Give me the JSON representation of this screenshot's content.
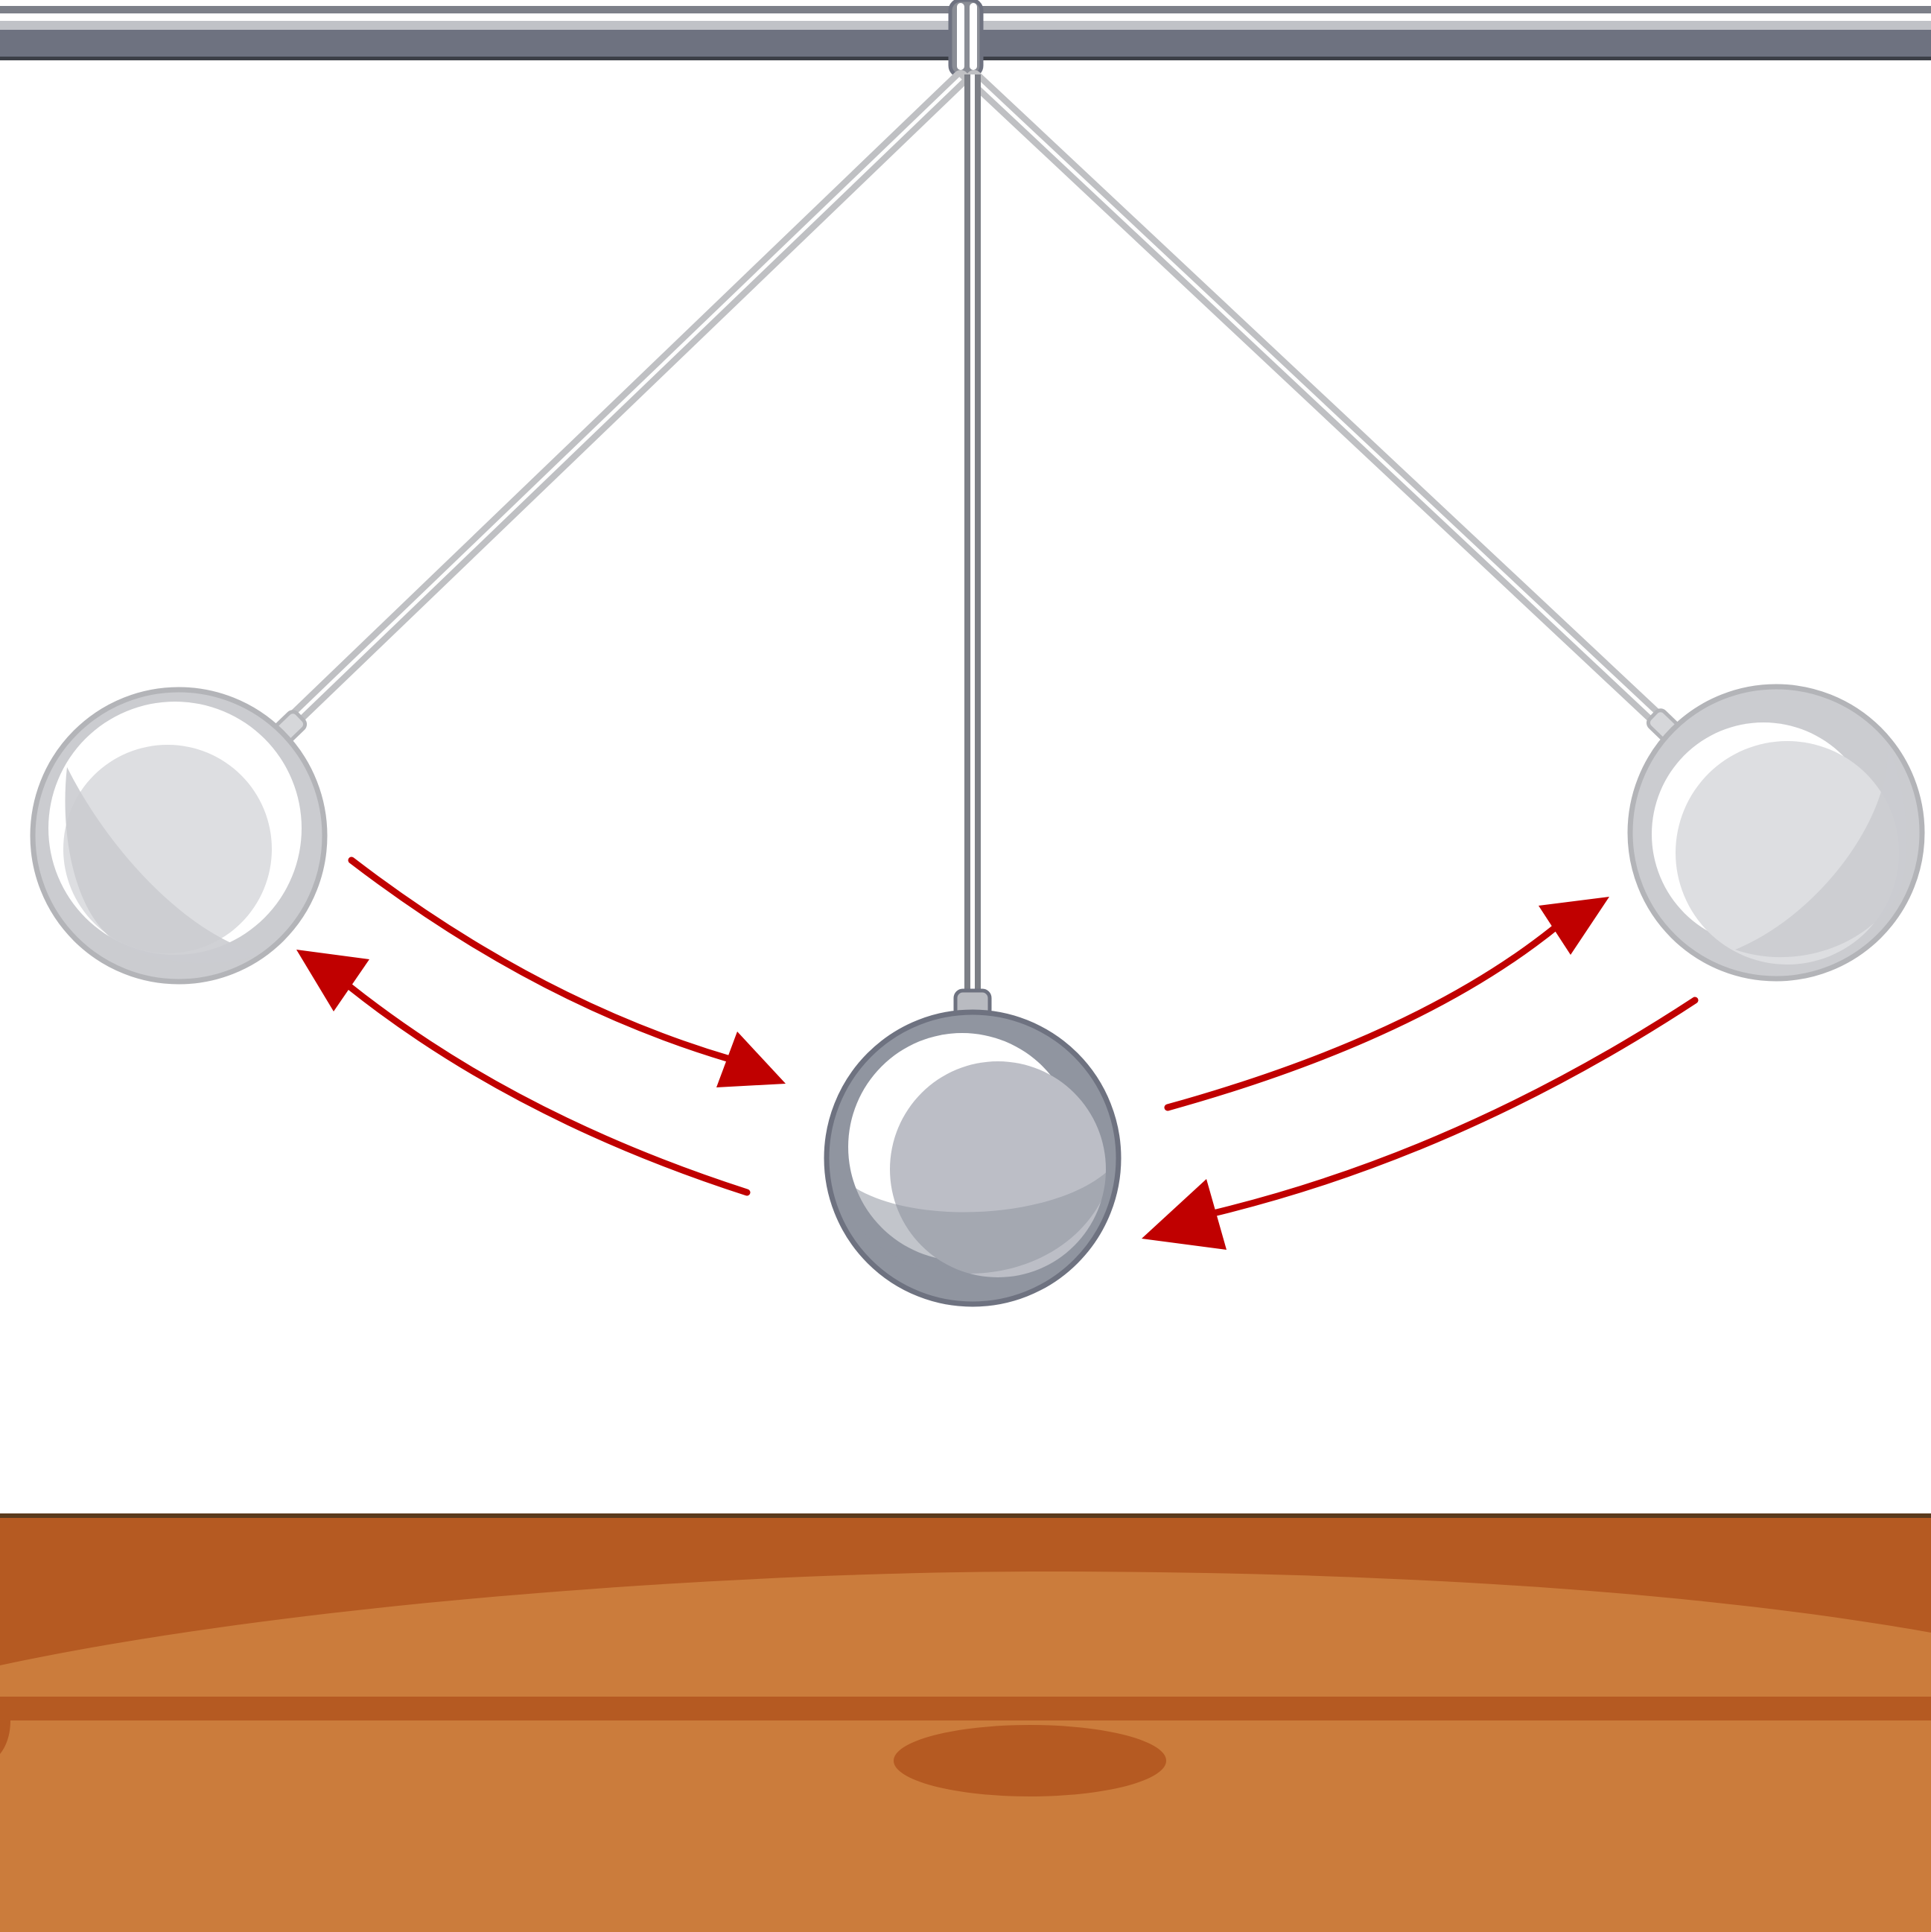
{
  "scene": {
    "subject": "pendulum-swing",
    "colors": {
      "background": "#ffffff",
      "bar_dark": "#6e7280",
      "bar_light": "#c0c2c7",
      "rod": "#bfc0c3",
      "rod_center": "#7c7f86",
      "ghost_bob": "#dddee1",
      "ghost_bob_edge": "#b3b4b8",
      "center_bob": "#9095a0",
      "center_bob_inner": "#bcbec6",
      "arrow": "#c00000",
      "table_top": "#b55a22",
      "table_face": "#cb7c3c"
    },
    "icons": [
      "arrow-left-to-center",
      "arrow-center-to-left",
      "arrow-center-to-right",
      "arrow-right-to-center"
    ]
  }
}
